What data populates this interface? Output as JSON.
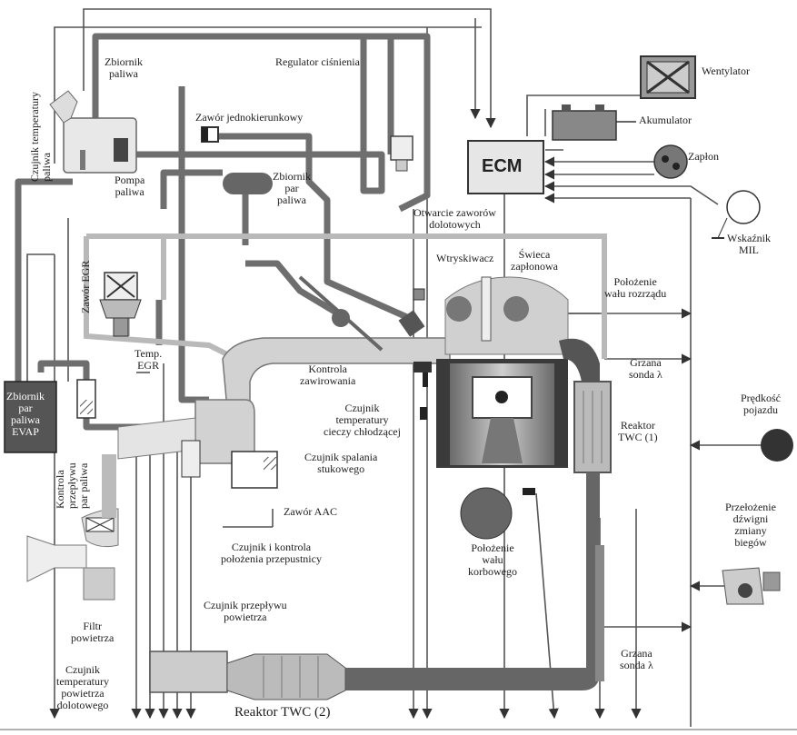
{
  "labels": {
    "zbiornik_paliwa": "Zbiornik\npaliwa",
    "czujnik_temp_paliwa": "Czujnik temperatury\npaliwa",
    "pompa_paliwa": "Pompa\npaliwa",
    "zawor_jednokierunkowy": "Zawór jednokierunkowy",
    "regulator_cisnienia": "Regulator ciśnienia",
    "zbiornik_par_paliwa": "Zbiornik\npar\npaliwa",
    "ecm": "ECM",
    "wentylator": "Wentylator",
    "akumulator": "Akumulator",
    "zaplon": "Zapłon",
    "wskaznik_mil": "Wskaźnik\nMIL",
    "otwarcie_zaworow": "Otwarcie zaworów\ndolotowych",
    "wtryskiwacz": "Wtryskiwacz",
    "swieca": "Świeca\nzapłonowa",
    "polozenie_walu_rozrzadu": "Położenie\nwału rozrządu",
    "zawor_egr": "Zawór EGR",
    "temp_egr": "Temp.\nEGR",
    "kontrola_zawirowania": "Kontrola\nzawirowania",
    "grzana_sonda_1": "Grzana\nsonda λ",
    "czujnik_temp_cieczy": "Czujnik\ntemperatury\ncieczy chłodzącej",
    "predkosc_pojazdu": "Prędkość\npojazdu",
    "zbiornik_evap": "Zbiornik\npar\npaliwa\nEVAP",
    "kontrola_przeplywu": "Kontrola\nprzepływu\npar paliwa",
    "czujnik_spalania": "Czujnik spalania\nstukowego",
    "reaktor_twc1": "Reaktor\nTWC (1)",
    "zawor_aac": "Zawór AAC",
    "czujnik_przepustnicy": "Czujnik i kontrola\npołożenia przepustnicy",
    "polozenie_walu_korbowego": "Położenie\nwału\nkorbowego",
    "przelozenie_dzwigni": "Przełożenie\ndźwigni\nzmiany\nbiegów",
    "czujnik_przeplywu_powietrza": "Czujnik przepływu\npowietrza",
    "filtr_powietrza": "Filtr\npowietrza",
    "grzana_sonda_2": "Grzana\nsonda λ",
    "czujnik_temp_powietrza": "Czujnik\ntemperatury\npowietrza\ndolotowego",
    "reaktor_twc2": "Reaktor TWC (2)"
  },
  "colors": {
    "pipe_dark": "#6e6e6e",
    "pipe_light": "#b9b9b9",
    "line": "#444444",
    "component_fill": "#8a8a8a",
    "engine_dark": "#3a3a3a",
    "ecm_fill": "#e6e6e6"
  }
}
